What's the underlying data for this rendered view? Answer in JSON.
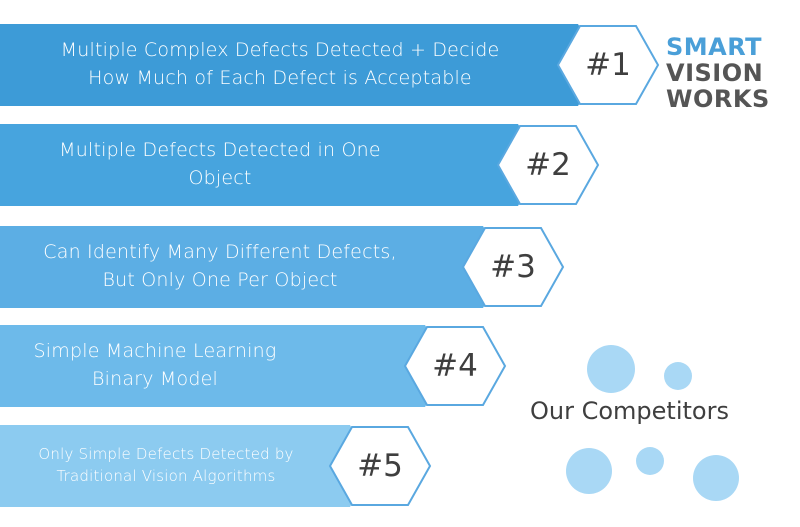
{
  "logo": {
    "line1": "SMART",
    "line2": "VISION",
    "line3": "WORKS",
    "colors": {
      "smart": "#4a9fd8",
      "vision_works": "#555555"
    }
  },
  "tiers": [
    {
      "rank": "#1",
      "line1": "Multiple Complex Defects Detected + Decide",
      "line2": "How Much of Each Defect is Acceptable",
      "color": "#3d9bd7"
    },
    {
      "rank": "#2",
      "line1": "Multiple Defects Detected in One",
      "line2": "Object",
      "color": "#47a4de"
    },
    {
      "rank": "#3",
      "line1": "Can Identify Many Different Defects,",
      "line2": "But Only One Per Object",
      "color": "#5caee4"
    },
    {
      "rank": "#4",
      "line1": "Simple Machine Learning",
      "line2": "Binary Model",
      "color": "#6dbaea"
    },
    {
      "rank": "#5",
      "line1": "Only Simple Defects Detected by",
      "line2": "Traditional Vision Algorithms",
      "color": "#8ccbf0"
    }
  ],
  "competitors_label": "Our Competitors",
  "hexagon_border_color": "#5aa8e0",
  "bubble_color": "#a9d8f5",
  "icons": {
    "hexagon": "hexagon-badge-icon",
    "bubbles": "decorative-bubble-icon"
  }
}
